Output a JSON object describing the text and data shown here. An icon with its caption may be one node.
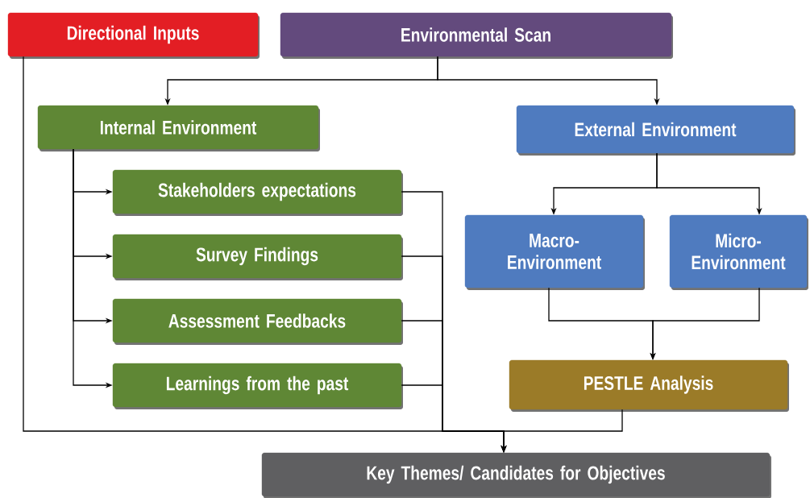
{
  "diagram": {
    "nodes": [
      {
        "text": [
          "Directional Inputs"
        ]
      },
      {
        "text": [
          "Environmental Scan"
        ]
      },
      {
        "text": [
          "Internal Environment"
        ]
      },
      {
        "text": [
          "External Environment"
        ]
      },
      {
        "text": [
          "Stakeholders expectations"
        ]
      },
      {
        "text": [
          "Survey Findings"
        ]
      },
      {
        "text": [
          "Assessment Feedbacks"
        ]
      },
      {
        "text": [
          "Learnings from the past"
        ]
      },
      {
        "text": [
          "Macro- Environment"
        ]
      },
      {
        "text": [
          "Micro- Environment"
        ]
      },
      {
        "text": [
          "PESTLE Analysis"
        ]
      },
      {
        "text": [
          "Key Themes/ Candidates for Objectives"
        ]
      }
    ],
    "edges": [
      {
        "from": 1,
        "to": 2,
        "arrow": "to"
      },
      {
        "from": 1,
        "to": 3,
        "arrow": "to"
      },
      {
        "from": 2,
        "to": 4,
        "arrow": "to"
      },
      {
        "from": 2,
        "to": 5,
        "arrow": "to"
      },
      {
        "from": 2,
        "to": 6,
        "arrow": "to"
      },
      {
        "from": 2,
        "to": 7,
        "arrow": "to"
      },
      {
        "from": 3,
        "to": 8,
        "arrow": "to"
      },
      {
        "from": 3,
        "to": 9,
        "arrow": "to"
      },
      {
        "from": 8,
        "to": 10,
        "arrow": "to"
      },
      {
        "from": 9,
        "to": 10,
        "arrow": "to"
      },
      {
        "from": 0,
        "to": 11,
        "arrow": "to"
      },
      {
        "from": 4,
        "to": 11,
        "arrow": "to"
      },
      {
        "from": 5,
        "to": 11,
        "arrow": "to"
      },
      {
        "from": 6,
        "to": 11,
        "arrow": "to"
      },
      {
        "from": 7,
        "to": 11,
        "arrow": "to"
      },
      {
        "from": 10,
        "to": 11,
        "arrow": "to"
      }
    ]
  }
}
